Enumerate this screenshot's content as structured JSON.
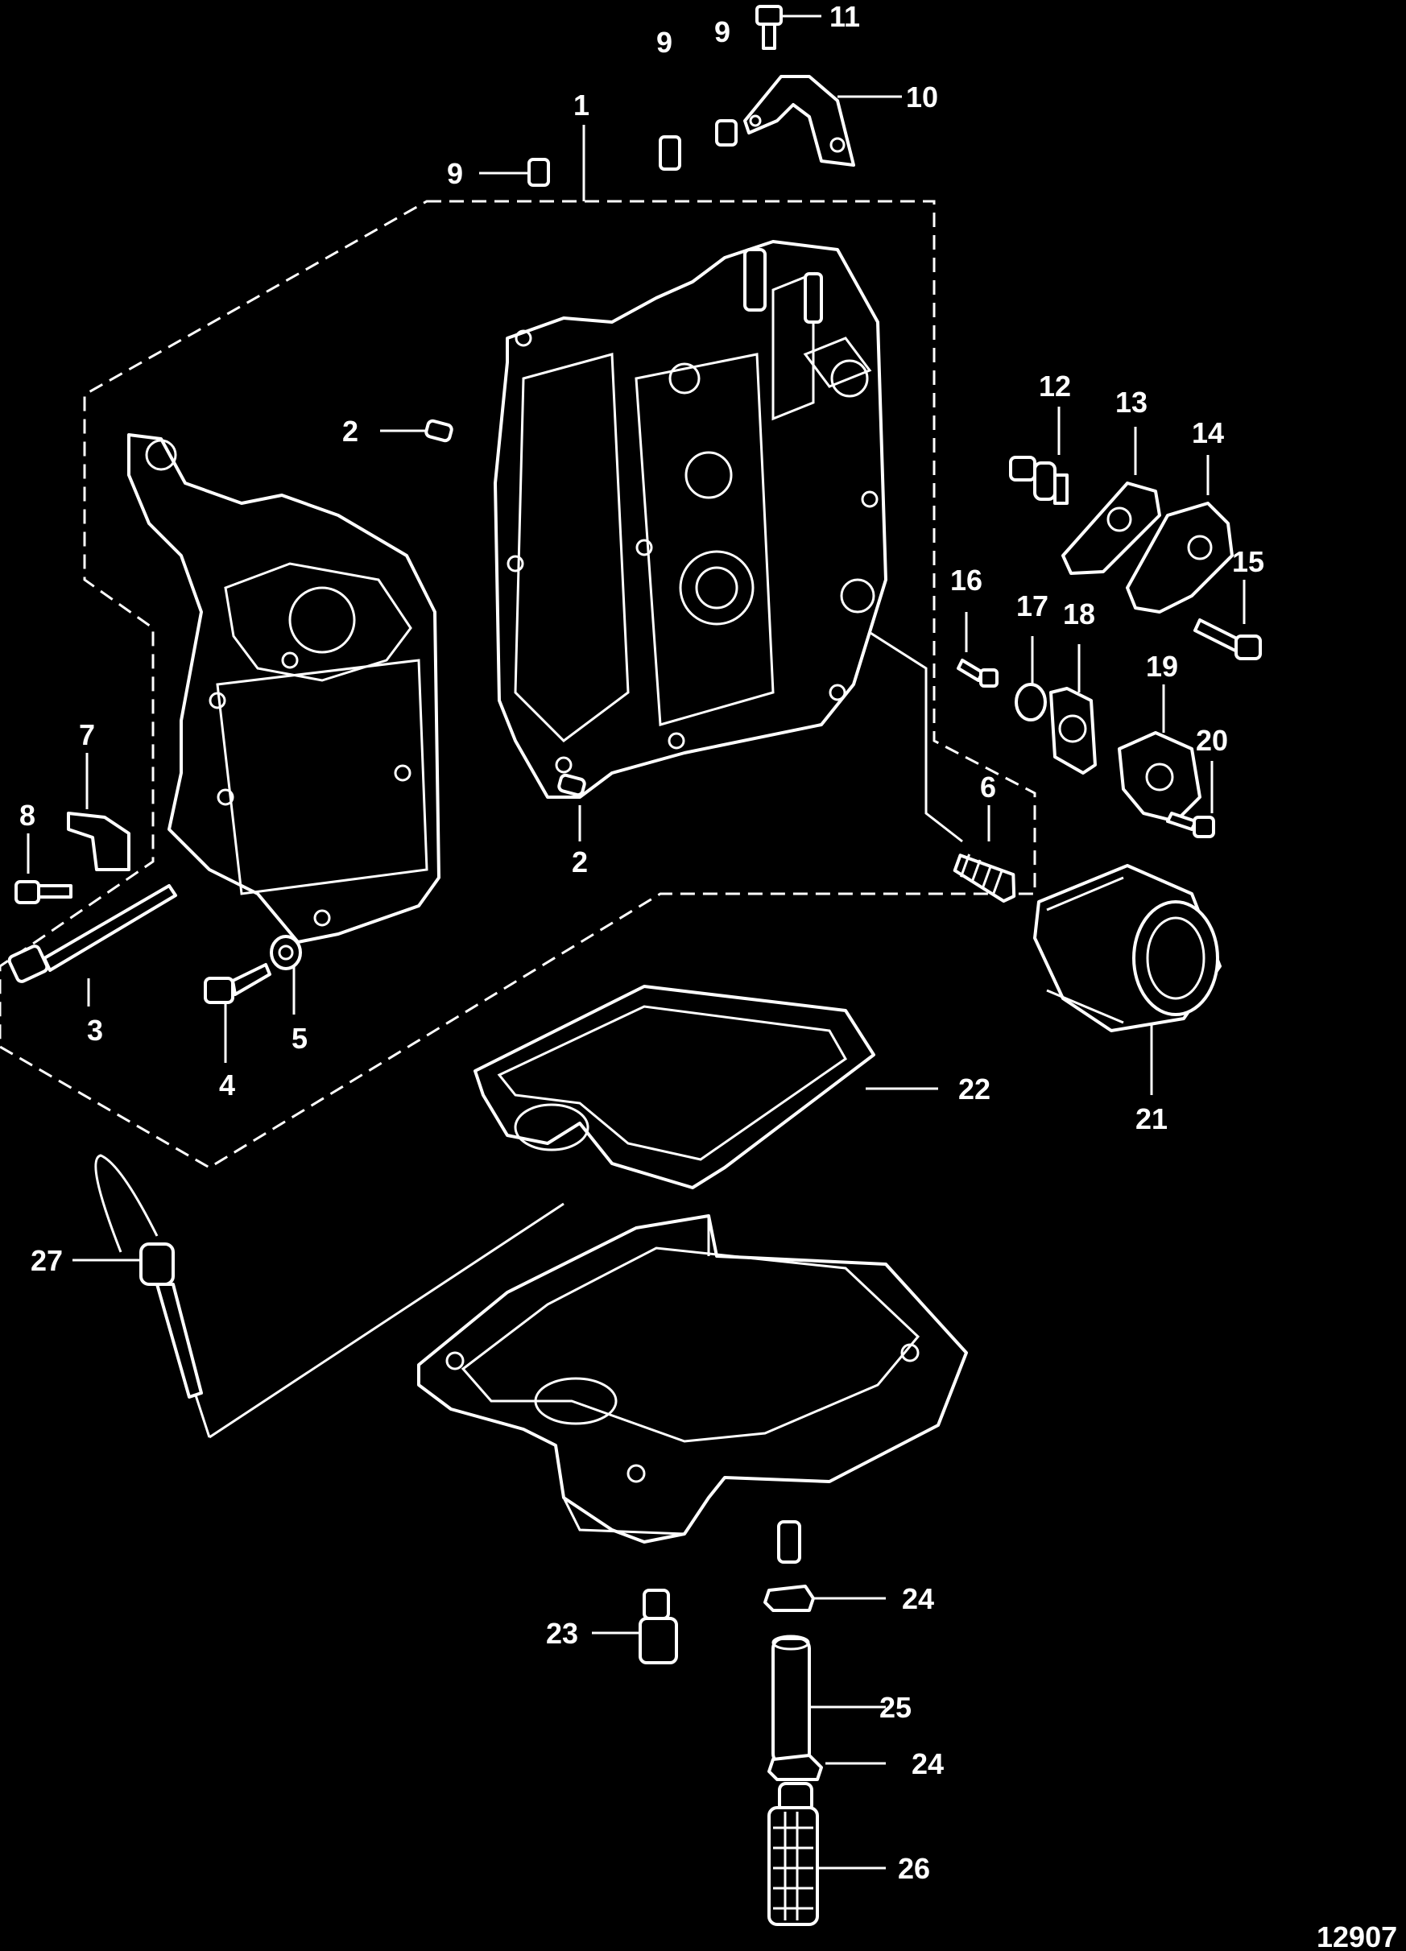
{
  "diagram": {
    "figure_number": "12907",
    "callouts": [
      {
        "id": "c11",
        "label": "11"
      },
      {
        "id": "c9a",
        "label": "9"
      },
      {
        "id": "c9b",
        "label": "9"
      },
      {
        "id": "c10",
        "label": "10"
      },
      {
        "id": "c1",
        "label": "1"
      },
      {
        "id": "c9c",
        "label": "9"
      },
      {
        "id": "c2a",
        "label": "2"
      },
      {
        "id": "c12",
        "label": "12"
      },
      {
        "id": "c13",
        "label": "13"
      },
      {
        "id": "c14",
        "label": "14"
      },
      {
        "id": "c15",
        "label": "15"
      },
      {
        "id": "c16",
        "label": "16"
      },
      {
        "id": "c17",
        "label": "17"
      },
      {
        "id": "c18",
        "label": "18"
      },
      {
        "id": "c19",
        "label": "19"
      },
      {
        "id": "c20",
        "label": "20"
      },
      {
        "id": "c7",
        "label": "7"
      },
      {
        "id": "c8",
        "label": "8"
      },
      {
        "id": "c6",
        "label": "6"
      },
      {
        "id": "c2b",
        "label": "2"
      },
      {
        "id": "c3",
        "label": "3"
      },
      {
        "id": "c5",
        "label": "5"
      },
      {
        "id": "c4",
        "label": "4"
      },
      {
        "id": "c22",
        "label": "22"
      },
      {
        "id": "c21",
        "label": "21"
      },
      {
        "id": "c27",
        "label": "27"
      },
      {
        "id": "c23",
        "label": "23"
      },
      {
        "id": "c24a",
        "label": "24"
      },
      {
        "id": "c25",
        "label": "25"
      },
      {
        "id": "c24b",
        "label": "24"
      },
      {
        "id": "c26",
        "label": "26"
      }
    ]
  }
}
